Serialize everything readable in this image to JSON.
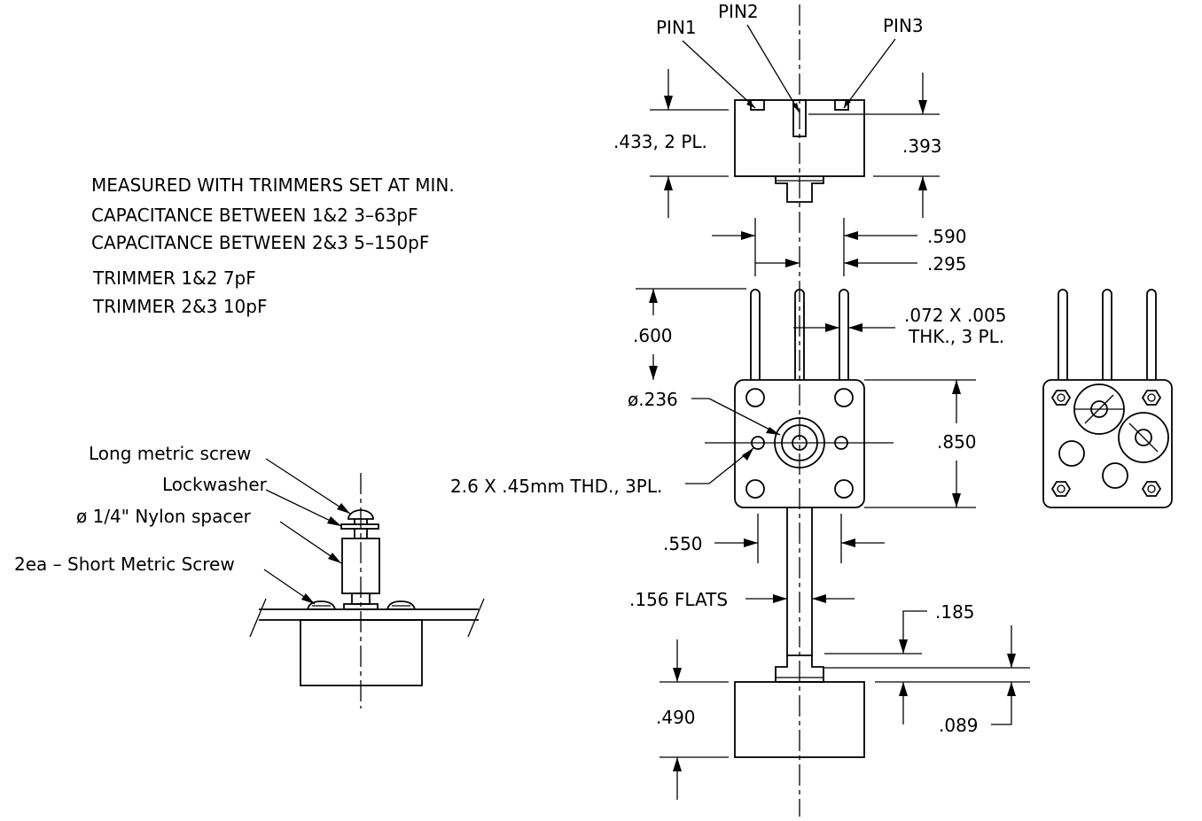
{
  "notes": {
    "measured": "MEASURED WITH TRIMMERS SET AT MIN.",
    "cap12": "CAPACITANCE BETWEEN 1&2 3–63pF",
    "cap23": "CAPACITANCE BETWEEN 2&3 5–150pF",
    "trim12": "TRIMMER 1&2 7pF",
    "trim23": "TRIMMER 2&3 10pF"
  },
  "pins": {
    "pin1": "PIN1",
    "pin2": "PIN2",
    "pin3": "PIN3"
  },
  "dims": {
    "d433": ".433, 2 PL.",
    "d393": ".393",
    "d590": ".590",
    "d295": ".295",
    "d600": ".600",
    "d072a": ".072 X .005",
    "d072b": "THK., 3 PL.",
    "d236": "ø.236",
    "d850": ".850",
    "thd": "2.6 X .45mm THD., 3PL.",
    "d550": ".550",
    "d156": ".156 FLATS",
    "d185": ".185",
    "d490": ".490",
    "d089": ".089"
  },
  "mounting": {
    "screw": "Long metric screw",
    "lockwasher": "Lockwasher",
    "spacer": "ø 1/4\" Nylon spacer",
    "short_screw": "2ea – Short Metric Screw"
  }
}
